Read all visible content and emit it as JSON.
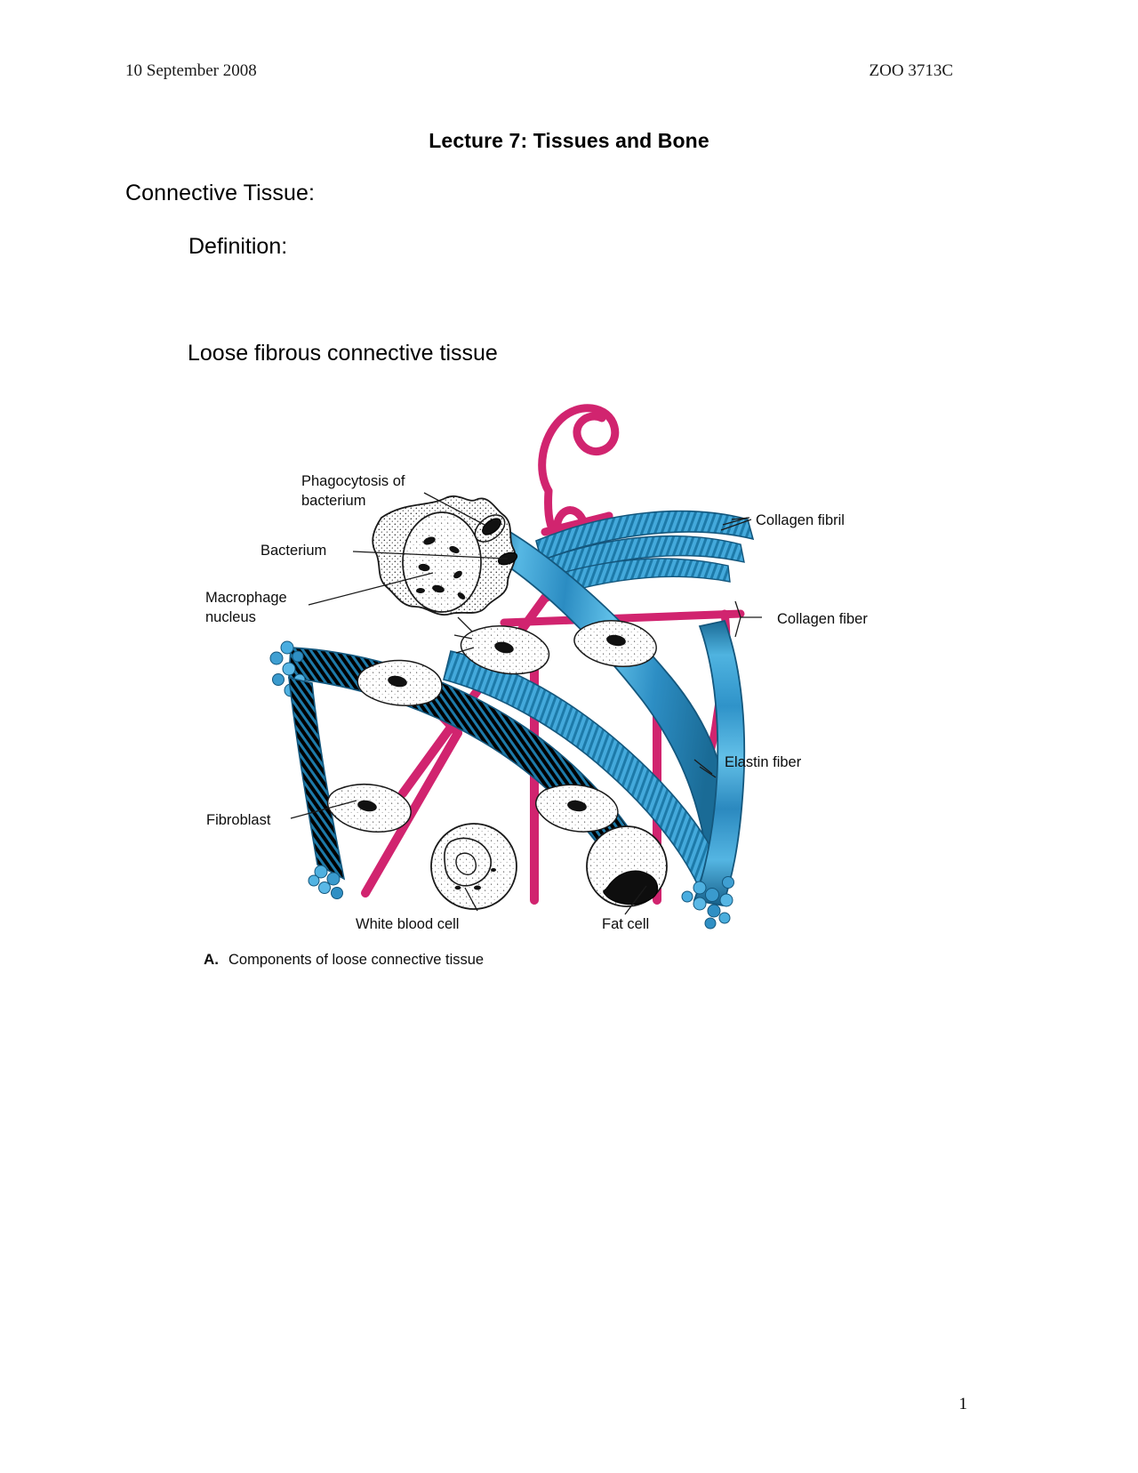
{
  "header": {
    "date": "10 September 2008",
    "course_code": "ZOO 3713C"
  },
  "title": "Lecture 7: Tissues and Bone",
  "outline": {
    "section": "Connective Tissue:",
    "subsection": "Definition:",
    "topic": "Loose fibrous connective tissue"
  },
  "figure": {
    "caption_label": "A.",
    "caption_text": "Components of loose connective tissue",
    "labels": {
      "phagocytosis_line1": "Phagocytosis of",
      "phagocytosis_line2": "bacterium",
      "bacterium": "Bacterium",
      "macrophage_line1": "Macrophage",
      "macrophage_line2": "nucleus",
      "fibroblast": "Fibroblast",
      "white_blood_cell": "White blood cell",
      "fat_cell": "Fat cell",
      "collagen_fibril": "Collagen fibril",
      "collagen_fiber": "Collagen fiber",
      "elastin_fiber": "Elastin fiber"
    },
    "colors": {
      "collagen_blue": "#3b9fd4",
      "collagen_blue_dark": "#1a6b96",
      "elastin_pink": "#d1246f",
      "cell_outline": "#1a1a1a",
      "cell_fill": "#ffffff"
    }
  },
  "page_number": "1"
}
